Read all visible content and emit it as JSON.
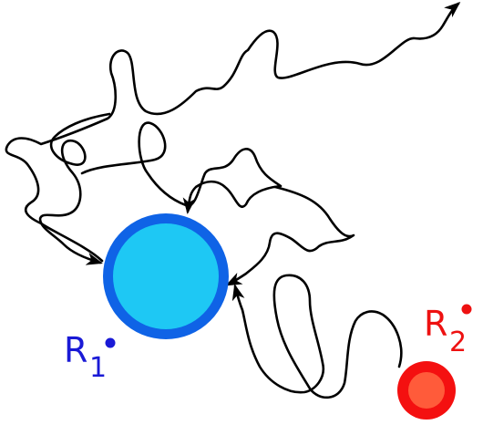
{
  "labels": {
    "r1": {
      "main": "R",
      "sub": "1"
    },
    "r2": {
      "main": "R",
      "sub": "2"
    }
  },
  "colors": {
    "r1_outer": "#0f63e6",
    "r1_inner": "#1ec8f4",
    "r1_label": "#1a1ad6",
    "r2_outer": "#f41010",
    "r2_inner": "#ff5b3a",
    "r2_label": "#ee1111",
    "paths": "#000000"
  }
}
